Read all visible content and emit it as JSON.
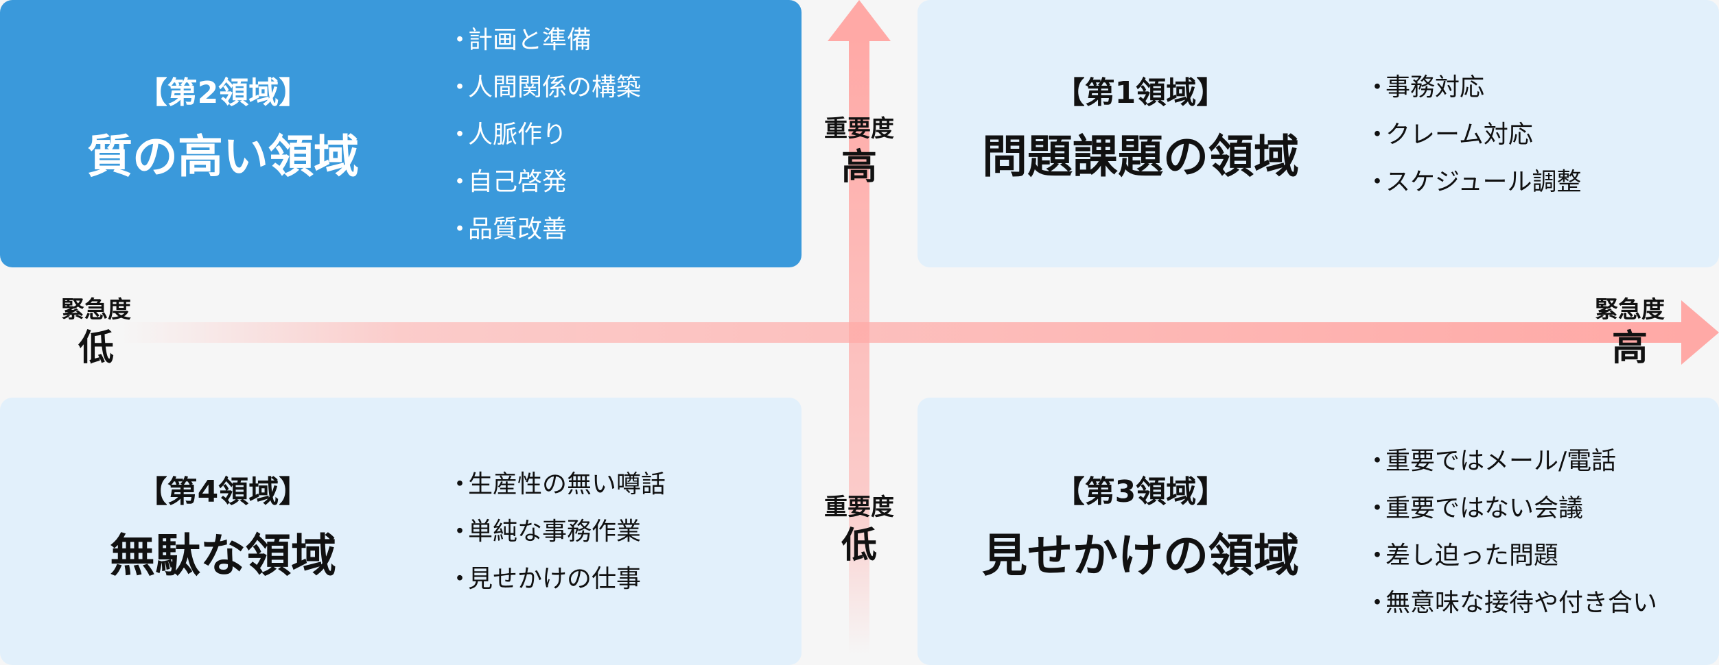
{
  "colors": {
    "background": "#f6f6f6",
    "highlight_quadrant": "#3a99db",
    "quadrant": "#e2f0fb",
    "arrow": "#ffa9a6"
  },
  "axes": {
    "horizontal": {
      "label": "緊急度",
      "low": "低",
      "high": "高"
    },
    "vertical": {
      "label": "重要度",
      "low": "低",
      "high": "高"
    }
  },
  "quadrants": {
    "q2": {
      "label": "【第2領域】",
      "title": "質の高い領域",
      "bullet": "・",
      "items": [
        "計画と準備",
        "人間関係の構築",
        "人脈作り",
        "自己啓発",
        "品質改善"
      ]
    },
    "q1": {
      "label": "【第1領域】",
      "title": "問題課題の領域",
      "bullet": "・",
      "items": [
        "事務対応",
        "クレーム対応",
        "スケジュール調整"
      ]
    },
    "q4": {
      "label": "【第4領域】",
      "title": "無駄な領域",
      "bullet": "・",
      "items": [
        "生産性の無い噂話",
        "単純な事務作業",
        "見せかけの仕事"
      ]
    },
    "q3": {
      "label": "【第3領域】",
      "title": "見せかけの領域",
      "bullet": "・",
      "items": [
        "重要ではメール/電話",
        "重要ではない会議",
        "差し迫った問題",
        "無意味な接待や付き合い"
      ]
    }
  }
}
